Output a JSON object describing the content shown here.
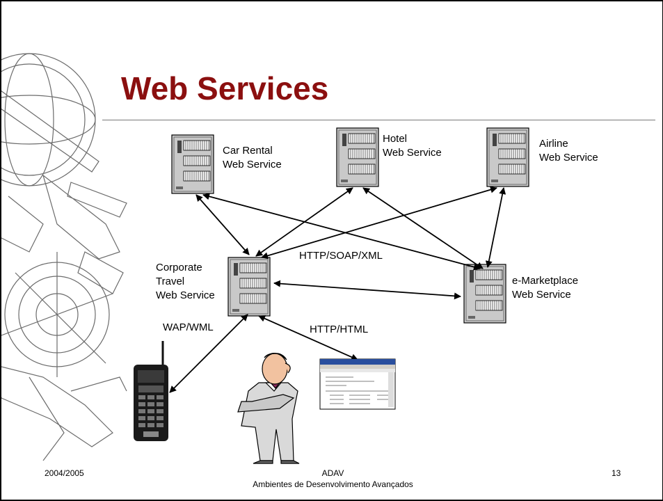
{
  "slide": {
    "title": "Web Services",
    "footer": {
      "year": "2004/2005",
      "course": "ADAV",
      "course_full": "Ambientes de Desenvolvimento Avançados",
      "page": "13"
    }
  },
  "diagram": {
    "nodes": [
      {
        "id": "car",
        "line1": "Car Rental",
        "line2": "Web Service"
      },
      {
        "id": "hotel",
        "line1": "Hotel",
        "line2": "Web Service"
      },
      {
        "id": "airline",
        "line1": "Airline",
        "line2": "Web Service"
      },
      {
        "id": "corp",
        "line1": "Corporate",
        "line2": "Travel",
        "line3": "Web Service"
      },
      {
        "id": "emkt",
        "line1": "e-Marketplace",
        "line2": "Web Service"
      }
    ],
    "edge_labels": {
      "soap": "HTTP/SOAP/XML",
      "wap": "WAP/WML",
      "html": "HTTP/HTML"
    }
  },
  "icons": [
    "server-icon",
    "mobile-phone-icon",
    "user-icon",
    "browser-window-icon"
  ]
}
